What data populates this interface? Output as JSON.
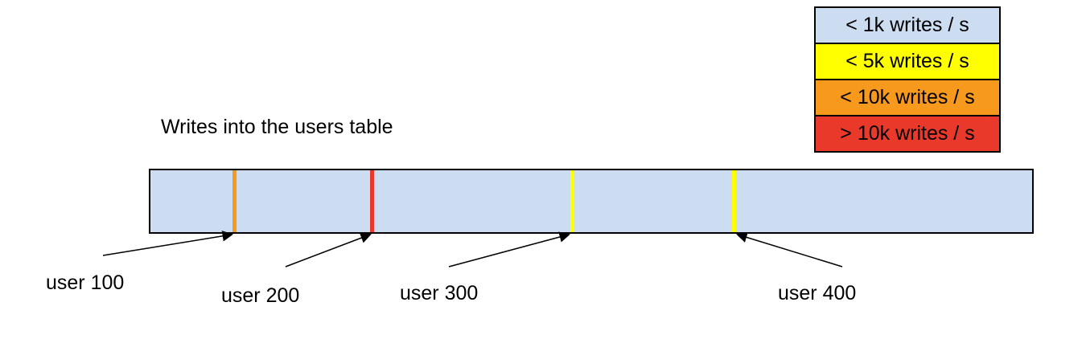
{
  "title": "Writes into the users table",
  "colors": {
    "bar_fill": "#cdddf1",
    "band_lt_1k": "#cdddf1",
    "band_lt_5k": "#ffff00",
    "band_lt_10k": "#f6991d",
    "band_gt_10k": "#e8392b",
    "outline": "#000000"
  },
  "legend": {
    "items": [
      {
        "label": "< 1k writes / s",
        "color": "#cdddf1"
      },
      {
        "label": "< 5k writes / s",
        "color": "#ffff00"
      },
      {
        "label": "< 10k writes / s",
        "color": "#f6991d"
      },
      {
        "label": "> 10k writes / s",
        "color": "#e8392b"
      }
    ]
  },
  "bar": {
    "fill": "#cdddf1"
  },
  "markers": [
    {
      "label": "user 100",
      "color": "#f6991d"
    },
    {
      "label": "user 200",
      "color": "#e8392b"
    },
    {
      "label": "user 300",
      "color": "#ffff00"
    },
    {
      "label": "user 400",
      "color": "#ffff00"
    }
  ]
}
